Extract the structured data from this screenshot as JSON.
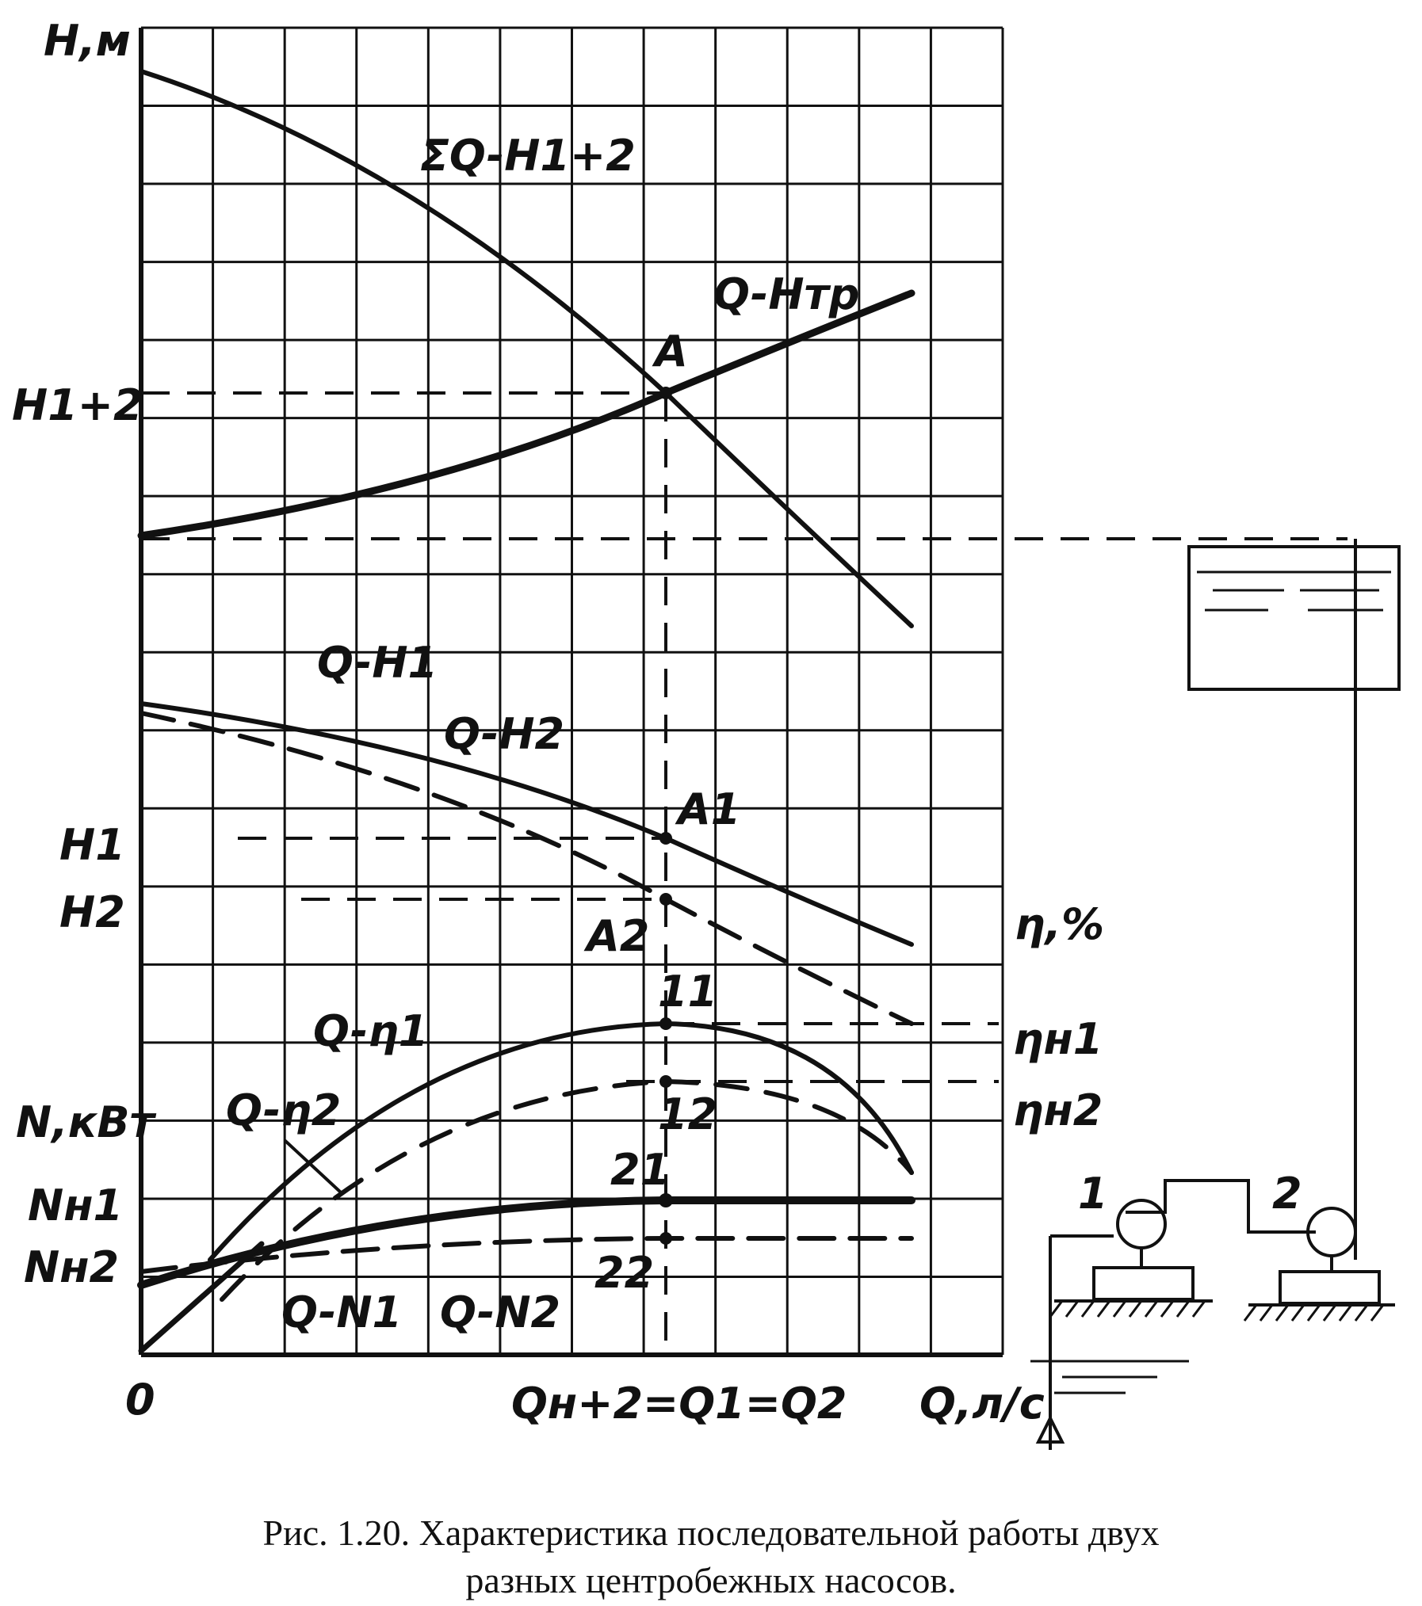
{
  "axes": {
    "y_head_label": "H,м",
    "x_label": "Q,л/с",
    "origin_label": "0",
    "power_axis_label": "N,кВт",
    "efficiency_axis_label": "η,%"
  },
  "y_tick_labels": {
    "h_sum": "H1+2",
    "h1": "H1",
    "h2": "H2",
    "n_h1": "Nн1",
    "n_h2": "Nн2"
  },
  "right_tick_labels": {
    "eta_h1": "ηн1",
    "eta_h2": "ηн2"
  },
  "x_tick_label": "Qн+2=Q1=Q2",
  "curve_labels": {
    "sum_head": "ΣQ-H1+2",
    "pipe": "Q-Hтр",
    "q_h1": "Q-H1",
    "q_h2": "Q-H2",
    "q_eta1": "Q-η1",
    "q_eta2": "Q-η2",
    "q_n1": "Q-N1",
    "q_n2": "Q-N2"
  },
  "point_labels": {
    "a": "A",
    "a1": "A1",
    "a2": "A2",
    "p1_1": "11",
    "p1_2": "12",
    "p2_1": "21",
    "p2_2": "22"
  },
  "scheme_labels": {
    "pump1": "1",
    "pump2": "2"
  },
  "caption": {
    "line1": "Рис. 1.20. Характеристика последовательной работы двух",
    "line2": "разных центробежных насосов."
  }
}
